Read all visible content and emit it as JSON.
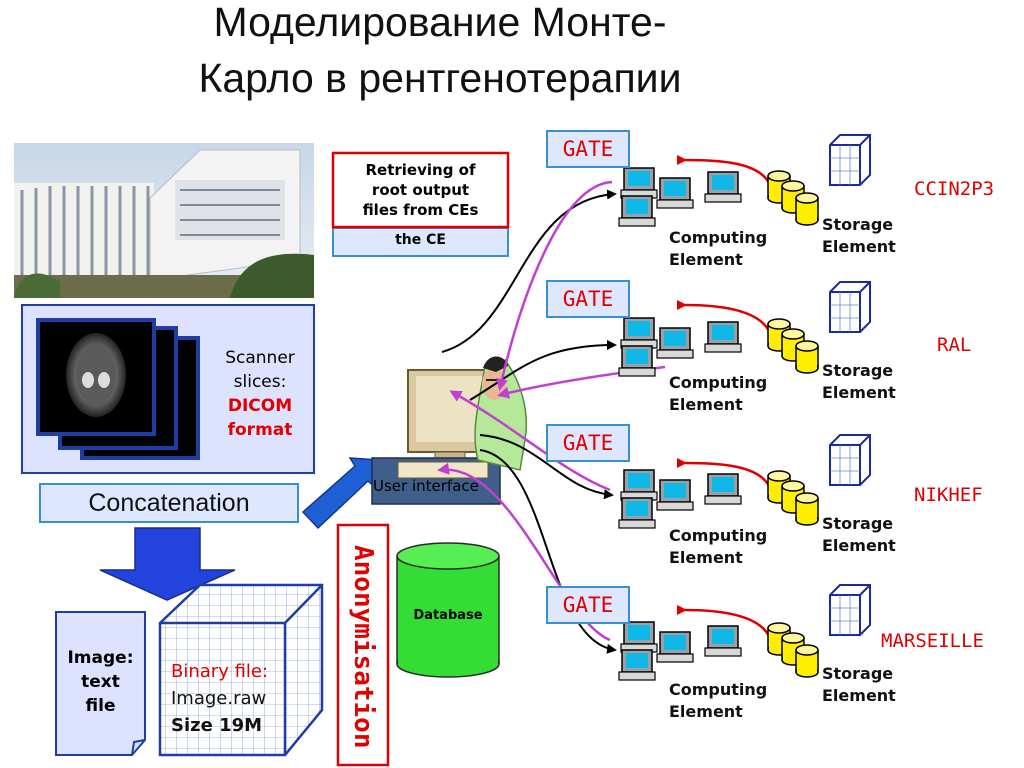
{
  "title": {
    "line1": "Моделирование Монте-",
    "line2": "Карло в рентгенотерапии"
  },
  "retrieve_box": {
    "text1": "Retrieving of",
    "text2": "root output",
    "text3": "files from CEs",
    "text_ce": "the CE"
  },
  "scanner": {
    "line1": "Scanner",
    "line2": "slices:",
    "line3": "DICOM",
    "line4": "format"
  },
  "concatenation": "Concatenation",
  "anonymisation": "Anonymisation",
  "image_text_file": {
    "line1": "Image:",
    "line2": "text",
    "line3": "file"
  },
  "binary_file": {
    "line1": "Binary file:",
    "line2": "Image.raw",
    "line3": "Size 19M"
  },
  "user_interface": "User interface",
  "database": "Database",
  "gate_label": "GATE",
  "computing_element": {
    "line1": "Computing",
    "line2": "Element"
  },
  "storage_element": {
    "line1": "Storage",
    "line2": "Element"
  },
  "sites": [
    "CCIN2P3",
    "RAL",
    "NIKHEF",
    "MARSEILLE"
  ],
  "colors": {
    "red": "#e00000",
    "blue_frame": "#1e3fa0",
    "light_blue": "#dde8ff",
    "arrow_blue": "#1f5fd6",
    "magenta": "#c040d0",
    "yellow": "#ffee00",
    "green": "#33dd33"
  }
}
